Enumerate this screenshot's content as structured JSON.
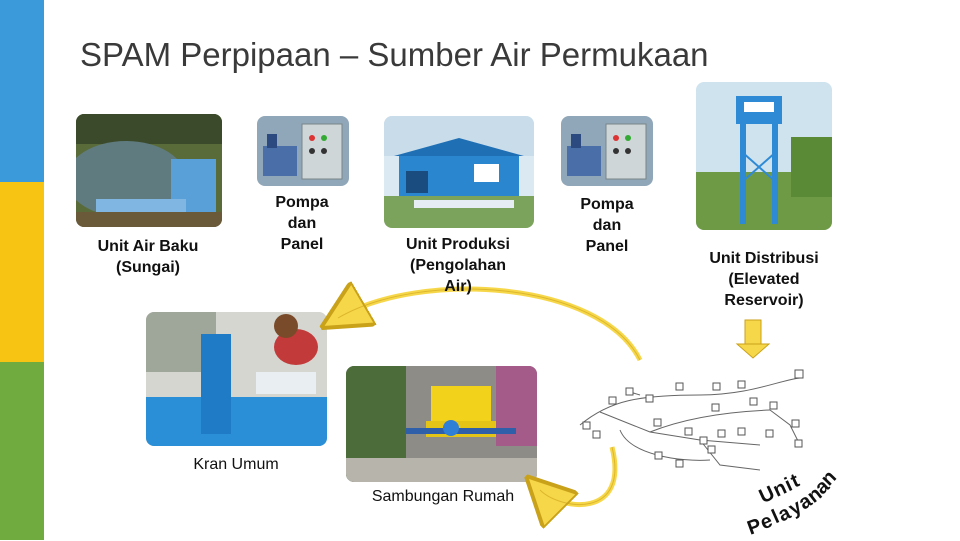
{
  "title": "SPAM Perpipaan – Sumber Air Permukaan",
  "nodes": {
    "raw_water": {
      "label_line1": "Unit Air Baku",
      "label_line2": "(Sungai)"
    },
    "pump1": {
      "label_line1": "Pompa",
      "label_line2": "dan",
      "label_line3": "Panel"
    },
    "production": {
      "label_line1": "Unit Produksi",
      "label_line2": "(Pengolahan",
      "label_line3": "Air)"
    },
    "pump2": {
      "label_line1": "Pompa",
      "label_line2": "dan",
      "label_line3": "Panel"
    },
    "distribution": {
      "label_line1": "Unit Distribusi",
      "label_line2": "(Elevated",
      "label_line3": "Reservoir)"
    },
    "public_tap": {
      "label": "Kran Umum"
    },
    "house_connection": {
      "label": "Sambungan Rumah"
    },
    "service_unit": {
      "label": "Unit Pelayanan",
      "letters": [
        "P",
        "e",
        "l",
        "a",
        "y",
        "a",
        "n",
        "a",
        "n"
      ],
      "word1": [
        "U",
        "n",
        "i",
        "t"
      ]
    }
  },
  "colors": {
    "stripe_blue": "#3b9ad9",
    "stripe_yellow": "#f8c413",
    "stripe_green": "#6fab3f",
    "arrow_fill": "#f7d74a",
    "arrow_stroke": "#c9a21a"
  }
}
